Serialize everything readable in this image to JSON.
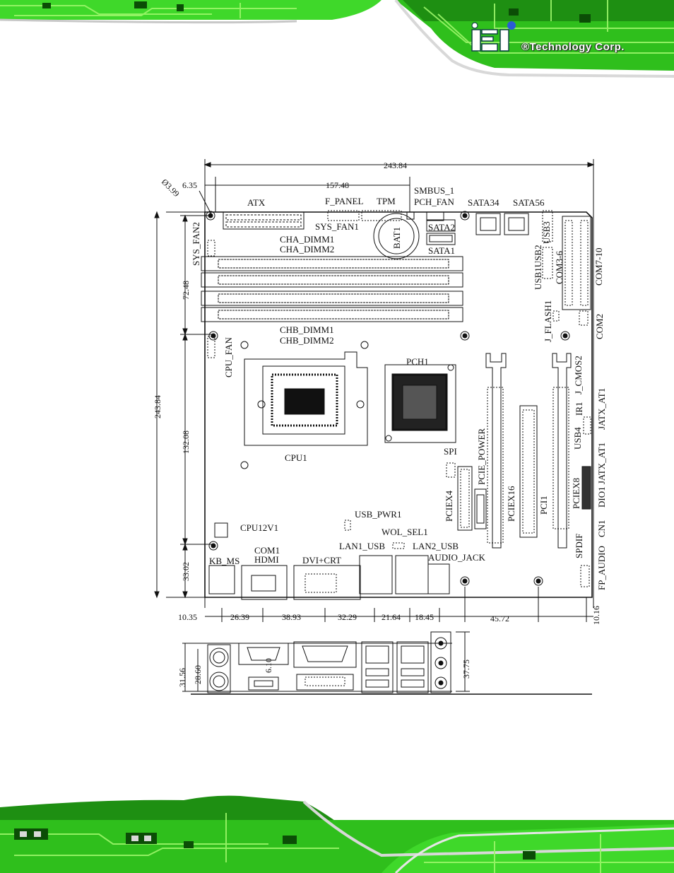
{
  "brand": {
    "logo_text": "iEi",
    "company": "®Technology Corp."
  },
  "colors": {
    "pcb_green": "#33cc22",
    "pcb_dark": "#0f5a0a",
    "trace": "#8cf25a",
    "ink": "#111111"
  },
  "labels": {
    "atx": "ATX",
    "f_panel": "F_PANEL",
    "tpm": "TPM",
    "smbus": "SMBUS_1",
    "pch_fan": "PCH_FAN",
    "sata34": "SATA34",
    "sata56": "SATA56",
    "sys_fan1": "SYS_FAN1",
    "sata2": "SATA2",
    "sata1": "SATA1",
    "bat1": "BAT1",
    "cha_dimm1": "CHA_DIMM1",
    "cha_dimm2": "CHA_DIMM2",
    "sys_fan2": "SYS_FAN2",
    "usb3": "USB3",
    "usb1usb2": "USB1USB2",
    "com3_6": "COM3-6",
    "com7_10": "COM7-10",
    "j_flash1": "J_FLASH1",
    "com2": "COM2",
    "chb_dimm1": "CHB_DIMM1",
    "chb_dimm2": "CHB_DIMM2",
    "cpu_fan": "CPU_FAN",
    "pch1": "PCH1",
    "j_cmos2": "J_CMOS2",
    "jatx_at1": "JATX_AT1",
    "ir1": "IR1",
    "usb4": "USB4",
    "dio1_jatx": "DIO1 JATX_AT1",
    "cn1": "CN1",
    "pciex8": "PCIEX8",
    "spdif": "SPDIF",
    "fp_audio": "FP_AUDIO",
    "pcie_power": "PCIE_POWER",
    "spi": "SPI",
    "pciex16": "PCIEX16",
    "pci1": "PCI1",
    "pciex4": "PCIEX4",
    "cpu1": "CPU1",
    "usb_pwr1": "USB_PWR1",
    "cpu12v1": "CPU12V1",
    "wol_sel1": "WOL_SEL1",
    "lan1_usb": "LAN1_USB",
    "lan2_usb": "LAN2_USB",
    "com1": "COM1",
    "hdmi": "HDMI",
    "kb_ms": "KB_MS",
    "dvi_crt": "DVI+CRT",
    "audio_jack": "AUDIO_JACK"
  },
  "dimensions": {
    "total_width": "243.84",
    "total_height": "243.84",
    "top_offset": "157.48",
    "hole_dia": "Ø3.99",
    "left_offset": "6.35",
    "h_72": "72.48",
    "h_132": "132.08",
    "h_33": "33.02",
    "b_1035": "10.35",
    "b_2639": "26.39",
    "b_3893": "38.93",
    "b_3229": "32.29",
    "b_2164": "21.64",
    "b_1845": "18.45",
    "b_4572": "45.72",
    "b_1016": "10.16",
    "io_3156": "31.56",
    "io_2860": "28.60",
    "io_610": "6.10",
    "io_3775": "37.75"
  }
}
